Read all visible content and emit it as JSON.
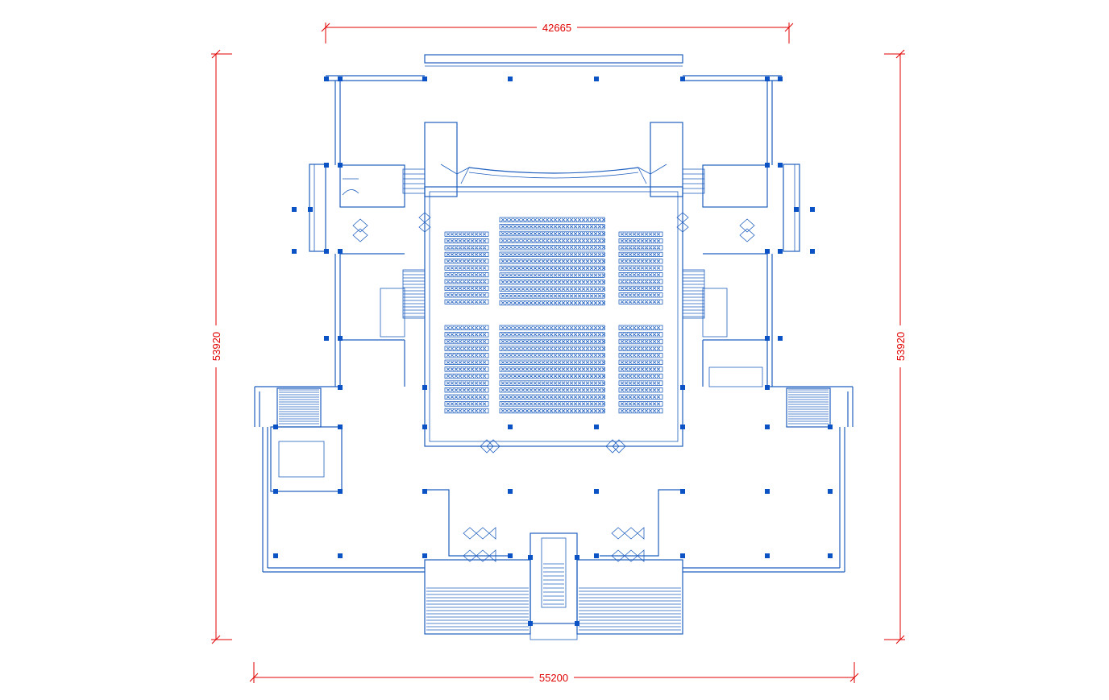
{
  "drawing": {
    "type": "architectural floor plan",
    "dimensions": {
      "top": "42665",
      "bottom": "55200",
      "left": "53920",
      "right": "53920"
    },
    "colors": {
      "linework": "#1f5fbf",
      "columns": "#0b52c4",
      "dimensions": "#e00000",
      "background": "#ffffff"
    }
  }
}
